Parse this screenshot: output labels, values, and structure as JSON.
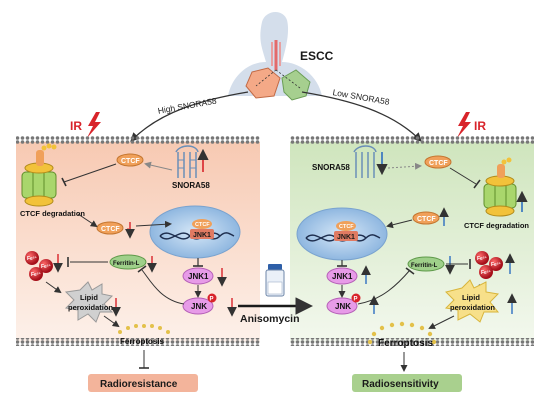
{
  "top": {
    "title": "ESCC",
    "left_arrow_label": "High SNORA58",
    "right_arrow_label": "Low SNORA58"
  },
  "treatment": {
    "ir": "IR",
    "drug": "Anisomycin"
  },
  "left_panel": {
    "snora58": "SNORA58",
    "ctcf_degradation": "CTCF degradation",
    "ctcf": "CTCF",
    "jnk1": "JNK1",
    "jnk": "JNK",
    "ferritin": "Ferritin-L",
    "fe": "Fe²⁺",
    "lipid_peroxidation_1": "Lipid",
    "lipid_peroxidation_2": "peroxidation",
    "ferroptosis": "Ferroptosis",
    "outcome": "Radioresistance"
  },
  "right_panel": {
    "snora58": "SNORA58",
    "ctcf_degradation": "CTCF degradation",
    "ctcf": "CTCF",
    "jnk1": "JNK1",
    "jnk": "JNK",
    "ferritin": "Ferritin-L",
    "fe": "Fe²⁺",
    "lipid_peroxidation_1": "Lipid",
    "lipid_peroxidation_2": "peroxidation",
    "ferroptosis": "Ferroptosis",
    "outcome": "Radiosensitivity"
  },
  "colors": {
    "left_bg": "#fbe3d6",
    "right_bg": "#e3f0d8",
    "ctcf": "#f0a05a",
    "nucleus": "#b8d4ef",
    "jnk": "#e79be8",
    "fe": "#d9232f",
    "ir": "#d8232a",
    "up_red": "#d8232a",
    "down_blue": "#2e6fc0",
    "radioresistance": "#f3b49b",
    "radiosensitivity": "#a9d08e"
  }
}
